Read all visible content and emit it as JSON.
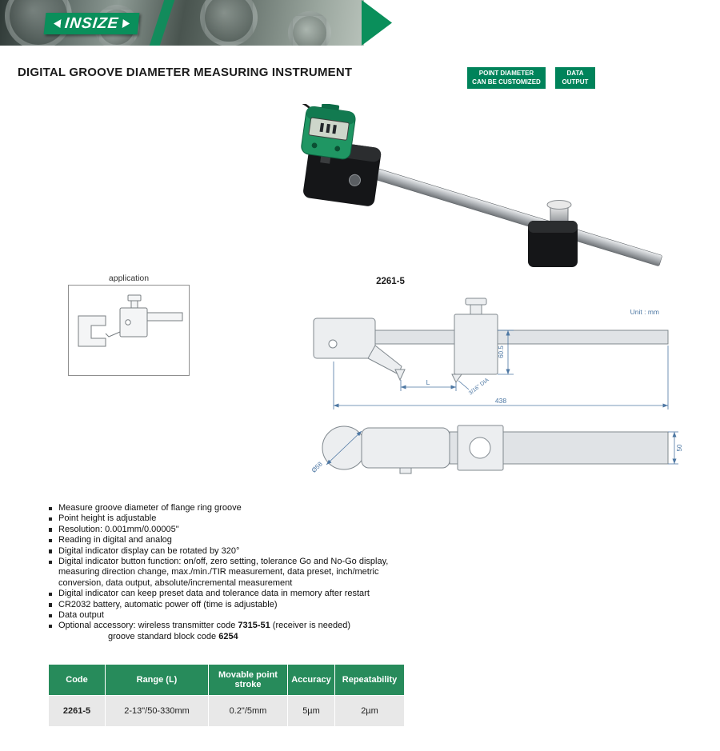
{
  "header": {
    "logo": "INSIZE"
  },
  "page": {
    "title": "DIGITAL GROOVE DIAMETER MEASURING INSTRUMENT"
  },
  "badges": [
    {
      "line1": "POINT DIAMETER",
      "line2": "CAN BE CUSTOMIZED"
    },
    {
      "line1": "DATA",
      "line2": "OUTPUT"
    }
  ],
  "product": {
    "model": "2261-5",
    "application_label": "application"
  },
  "drawing": {
    "unit": "Unit : mm",
    "dim_height": "60.5",
    "dim_length": "L",
    "dim_overall": "438",
    "dim_point": "3/16\" DIA",
    "dim_ball": "Ø58",
    "dim_beam_width": "50"
  },
  "features": [
    "Measure groove diameter of flange ring groove",
    "Point height is adjustable",
    "Resolution: 0.001mm/0.00005\"",
    "Reading in digital and analog",
    "Digital indicator display can be rotated by 320°",
    "Digital indicator button function: on/off, zero setting, tolerance Go and No-Go display, measuring direction change, max./min./TIR measurement, data preset, inch/metric conversion, data output, absolute/incremental measurement",
    "Digital indicator can keep preset data and tolerance data in memory after restart",
    "CR2032 battery, automatic power off (time is adjustable)",
    "Data output",
    {
      "pre": "Optional accessory: wireless transmitter code ",
      "code": "7315-51",
      "post": " (receiver is needed)"
    },
    {
      "pre": "groove standard block code ",
      "code": "6254"
    }
  ],
  "table": {
    "headers": [
      "Code",
      "Range (L)",
      "Movable point\nstroke",
      "Accuracy",
      "Repeatability"
    ],
    "row": [
      "2261-5",
      "2-13\"/50-330mm",
      "0.2\"/5mm",
      "5µm",
      "2µm"
    ]
  }
}
